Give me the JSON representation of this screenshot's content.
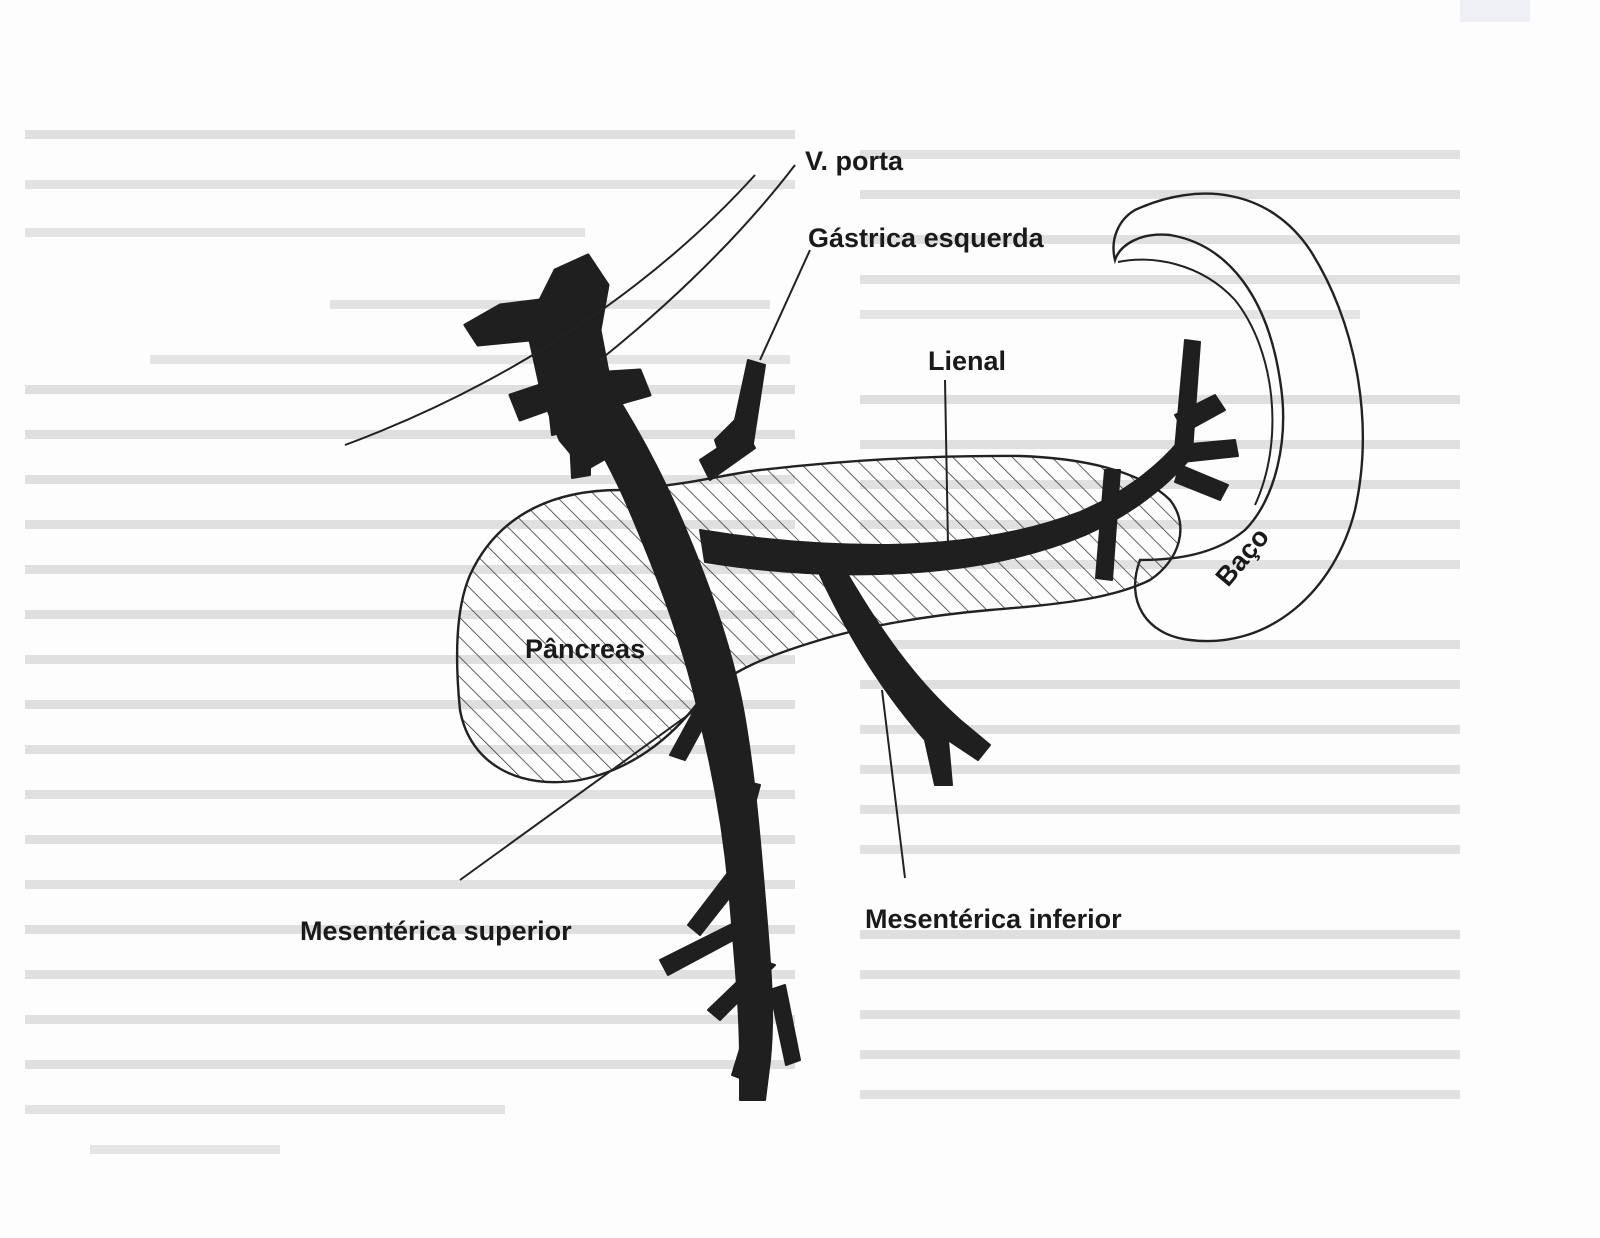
{
  "labels": {
    "v_porta": "V.  porta",
    "gastrica_esquerda": "Gástrica  esquerda",
    "lienal": "Lienal",
    "baco": "Baço",
    "pancreas": "Pâncreas",
    "mesenterica_superior": "Mesentérica  superior",
    "mesenterica_inferior": "Mesentérica  inferior"
  },
  "colors": {
    "vein": "#1f1f1f",
    "outline": "#222222",
    "hatch": "#3a3a3a",
    "bleed_text": "#c2c2c2",
    "paper": "#fdfdfd"
  }
}
